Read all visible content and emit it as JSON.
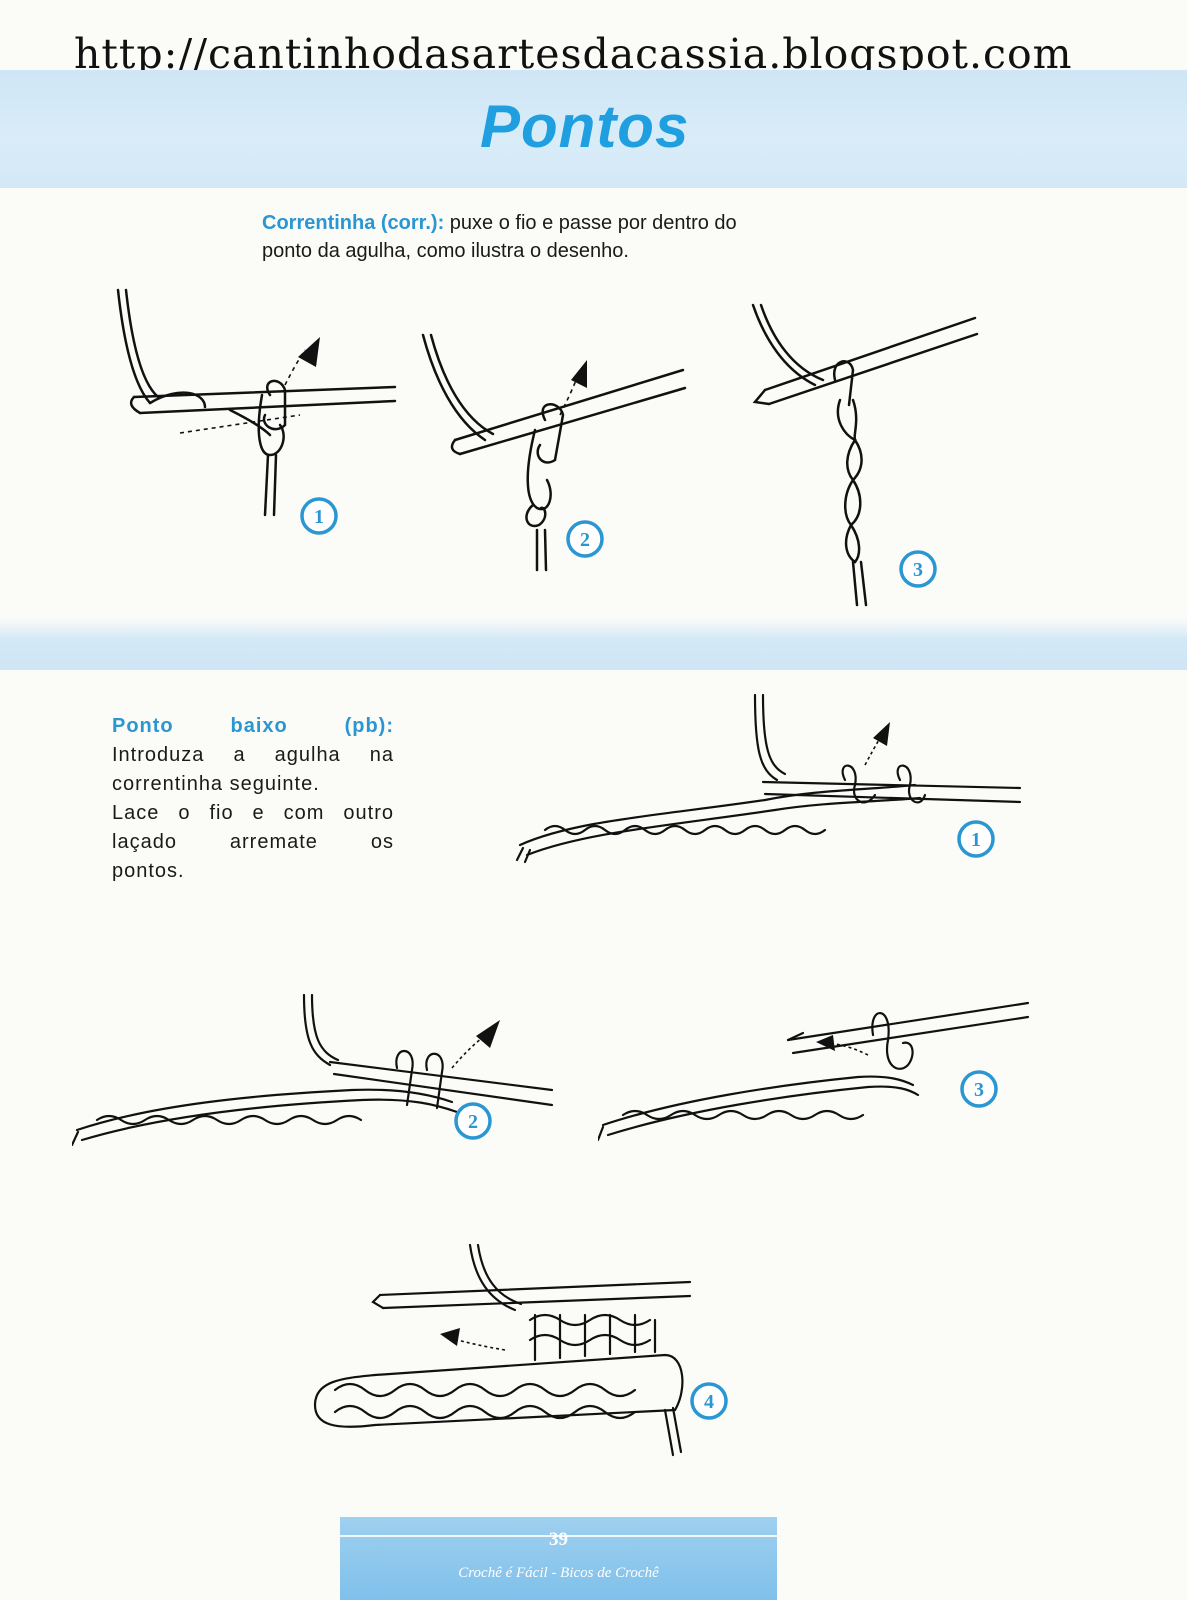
{
  "header": {
    "url": "http://cantinhodasartesdacassia.blogspot.com",
    "title": "Pontos"
  },
  "correntinha": {
    "term": "Correntinha (corr.):",
    "line1_rest": " puxe o fio e passe por dentro do",
    "line2": "ponto da agulha, como ilustra o desenho.",
    "steps": [
      "1",
      "2",
      "3"
    ]
  },
  "ponto_baixo": {
    "term": "Ponto baixo (pb):",
    "lines": [
      "Introduza a agulha na",
      "correntinha seguinte.",
      "Lace o fio e com outro",
      "laçado arremate os",
      "pontos."
    ],
    "steps": [
      "1",
      "2",
      "3",
      "4"
    ]
  },
  "footer": {
    "page_number": "39",
    "book_title": "Crochê é Fácil - Bicos de Crochê"
  },
  "colors": {
    "accent": "#2a96d2",
    "band": "#cfe6f6",
    "footer": "#8ac6ec"
  }
}
